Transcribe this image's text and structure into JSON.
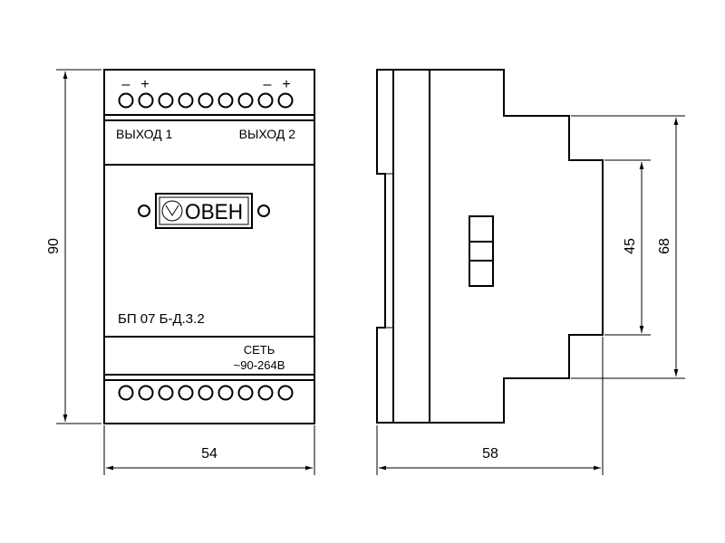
{
  "front_view": {
    "top_polarity": [
      "–",
      "+",
      "–",
      "+"
    ],
    "output_1_label": "ВЫХОД 1",
    "output_2_label": "ВЫХОД 2",
    "logo_text": "ОВЕН",
    "model_label": "БП 07 Б-Д.3.2",
    "mains_label": "СЕТЬ",
    "mains_voltage": "~90-264В",
    "top_terminals_count": 9,
    "bottom_terminals_count": 9
  },
  "dimensions": {
    "height": "90",
    "width": "54",
    "depth": "58",
    "din_height": "68",
    "inner_height": "45"
  }
}
